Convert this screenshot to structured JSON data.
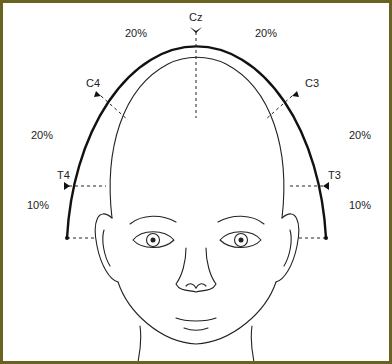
{
  "diagram": {
    "labels": [
      "Cz",
      "20%",
      "20%",
      "C4",
      "C3",
      "20%",
      "20%",
      "T4",
      "T3",
      "10%",
      "10%"
    ]
  }
}
